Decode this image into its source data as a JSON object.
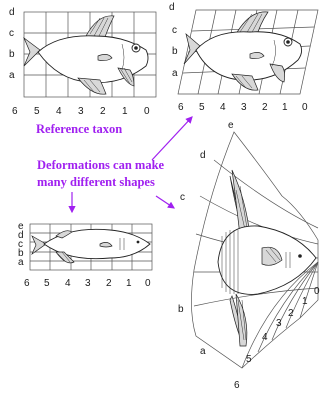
{
  "captions": {
    "reference": "Reference taxon",
    "deformations_line1": "Deformations can make",
    "deformations_line2": "many different shapes"
  },
  "panels": {
    "reference": {
      "x_labels": [
        "6",
        "5",
        "4",
        "3",
        "2",
        "1",
        "0"
      ],
      "y_labels": [
        "d",
        "c",
        "b",
        "a"
      ]
    },
    "sheared": {
      "x_labels": [
        "6",
        "5",
        "4",
        "3",
        "2",
        "1",
        "0"
      ],
      "y_labels": [
        "d",
        "c",
        "b",
        "a"
      ]
    },
    "flattened": {
      "x_labels": [
        "6",
        "5",
        "4",
        "3",
        "2",
        "1",
        "0"
      ],
      "y_labels": [
        "e",
        "d",
        "c",
        "b",
        "a"
      ]
    },
    "radial": {
      "x_labels": [
        "6",
        "5",
        "4",
        "3",
        "2",
        "1",
        "0"
      ],
      "y_labels": [
        "e",
        "d",
        "c",
        "b",
        "a"
      ]
    }
  },
  "colors": {
    "caption": "#a020f0",
    "ink": "#222222"
  }
}
